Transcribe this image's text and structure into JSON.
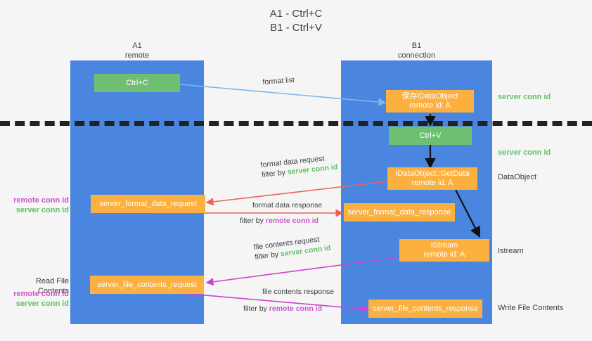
{
  "title": {
    "line1": "A1 - Ctrl+C",
    "line2": "B1 - Ctrl+V"
  },
  "lanes": [
    {
      "name": "A1",
      "sub": "remote"
    },
    {
      "name": "B1",
      "sub": "connection"
    }
  ],
  "boxes": {
    "ctrl_c": {
      "label": "Ctrl+C",
      "sub": ""
    },
    "save_dataobject": {
      "label": "保存IDataObject",
      "sub": "remote id: A"
    },
    "ctrl_v": {
      "label": "Ctrl+V",
      "sub": ""
    },
    "getdata": {
      "label": "IDataObject::GetData",
      "sub": "remote id: A"
    },
    "format_data_request": {
      "label": "server_format_data_request",
      "sub": ""
    },
    "format_data_response": {
      "label": "server_format_data_response",
      "sub": ""
    },
    "istream": {
      "label": "IStream",
      "sub": "remote id: A"
    },
    "file_contents_request": {
      "label": "server_file_contents_request",
      "sub": ""
    },
    "file_contents_response": {
      "label": "server_file_contents_response",
      "sub": ""
    }
  },
  "right_labels": {
    "server_conn_id_top": "server conn id",
    "server_conn_id_mid": "server conn id",
    "dataobject": "DataObject",
    "istream": "Istream",
    "write_file_contents": "Write File Contents"
  },
  "left_labels": {
    "remote_conn_id_upper": "remote conn id",
    "server_conn_id_upper": "server conn id",
    "read_file_contents": "Read File Contents",
    "remote_conn_id_lower": "remote conn id",
    "server_conn_id_lower": "server conn id"
  },
  "edges": {
    "format_list": "format list",
    "format_data_request": "format data request",
    "format_data_request_filter_prefix": "filter by ",
    "format_data_request_filter_value": "server conn id",
    "format_data_response": "format data response",
    "format_data_response_filter_prefix": "filter by ",
    "format_data_response_filter_value": "remote conn id",
    "file_contents_request": "file contents request",
    "file_contents_request_filter_prefix": "filter by ",
    "file_contents_request_filter_value": "server conn id",
    "file_contents_response": "file contents response",
    "file_contents_response_filter_prefix": "filter by ",
    "file_contents_response_filter_value": "remote conn id"
  },
  "colors": {
    "background": "#f5f5f5",
    "lane": "#4a86e0",
    "green_box": "#6fbf73",
    "orange_box": "#fbb040",
    "green_text": "#63c06a",
    "magenta_text": "#cc55cc",
    "wire_blue": "#7fb5e8",
    "wire_red": "#e8645a",
    "wire_magenta": "#cc44cc",
    "wire_black": "#111111"
  }
}
